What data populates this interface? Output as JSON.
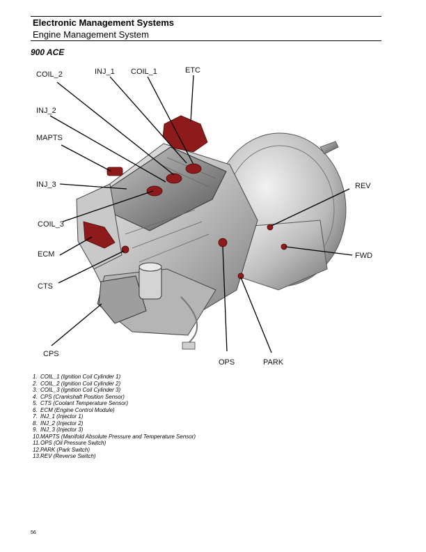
{
  "header": {
    "title": "Electronic Management Systems",
    "subtitle": "Engine Management System"
  },
  "model": "900 ACE",
  "figure": {
    "labels": {
      "coil_2": "COIL_2",
      "inj_1": "INJ_1",
      "coil_1": "COIL_1",
      "etc": "ETC",
      "inj_2": "INJ_2",
      "mapts": "MAPTS",
      "inj_3": "INJ_3",
      "coil_3": "COIL_3",
      "ecm": "ECM",
      "cts": "CTS",
      "cps": "CPS",
      "ops": "OPS",
      "park": "PARK",
      "rev": "REV",
      "fwd": "FWD"
    },
    "highlight_color": "#8e1b1b"
  },
  "legend": [
    {
      "num": "1.",
      "text": "COIL_1 (Ignition Coil Cylinder 1)"
    },
    {
      "num": "2.",
      "text": "COIL_2 (Ignition Coil Cylinder 2)"
    },
    {
      "num": "3.",
      "text": "COIL_3 (Ignition Coil Cylinder 3)"
    },
    {
      "num": "4.",
      "text": "CPS (Crankshaft Position Sensor)"
    },
    {
      "num": "5.",
      "text": "CTS (Coolant Temperature Sensor)"
    },
    {
      "num": "6.",
      "text": "ECM (Engine Control Module)"
    },
    {
      "num": "7.",
      "text": "INJ_1 (Injector 1)"
    },
    {
      "num": "8.",
      "text": "INJ_2 (Injector 2)"
    },
    {
      "num": "9.",
      "text": "INJ_3 (Injector 3)"
    },
    {
      "num": "10.",
      "text": "MAPTS (Manifold Absolute Pressure and Temperature Sensor)"
    },
    {
      "num": "11.",
      "text": "OPS (Oil Pressure Switch)"
    },
    {
      "num": "12.",
      "text": "PARK (Park Switch)"
    },
    {
      "num": "13.",
      "text": "REV (Reverse Switch)"
    }
  ],
  "page_number": "56"
}
